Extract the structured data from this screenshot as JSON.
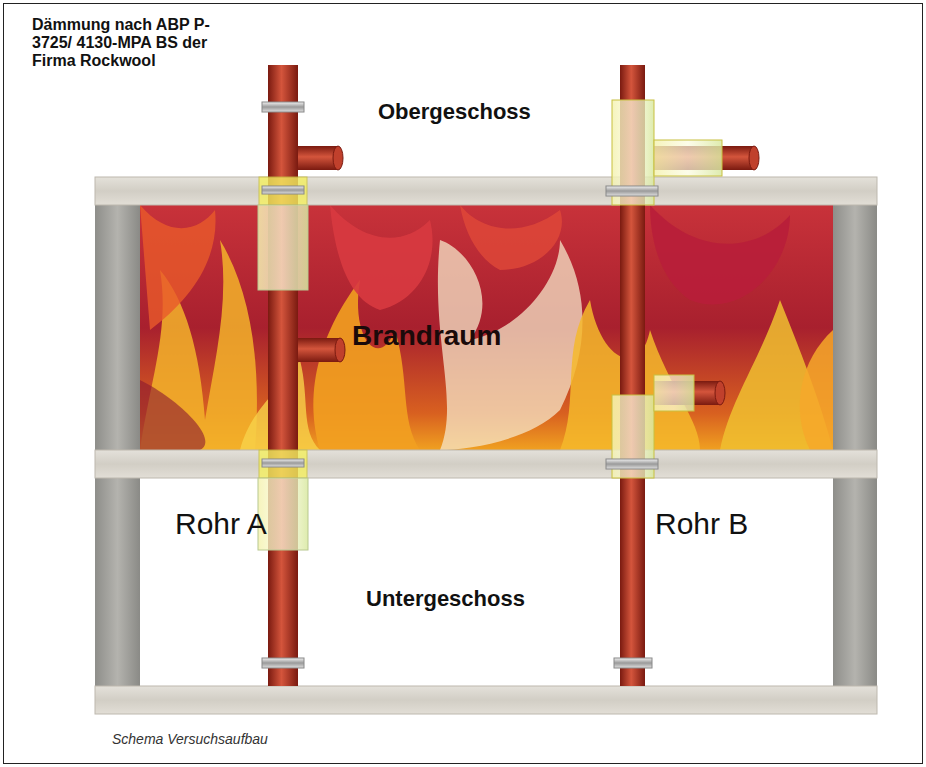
{
  "diagram": {
    "title": "Dämmung nach ABP P-3725/ 4130-MPA BS der Firma Rockwool",
    "caption": "Schema Versuchsaufbau",
    "labels": [
      "Obergeschoss",
      "Brandraum",
      "Rohr A",
      "Rohr B",
      "Untergeschoss"
    ]
  }
}
